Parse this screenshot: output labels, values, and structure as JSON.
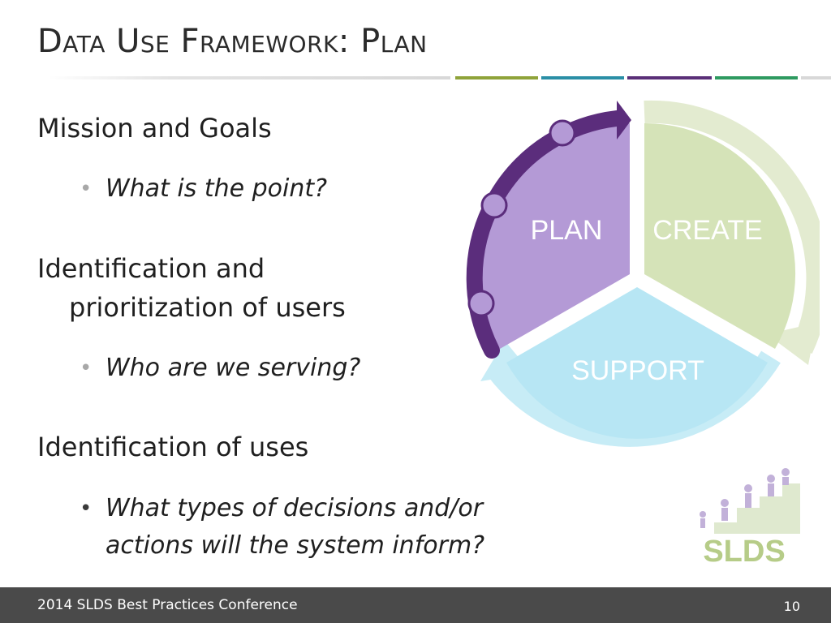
{
  "slide": {
    "title": "Data Use Framework: Plan",
    "sections": [
      {
        "heading": "Mission and Goals",
        "bullet": "What is the point?"
      },
      {
        "heading_line1": "Identification and",
        "heading_line2": "prioritization of users",
        "bullet": "Who are we serving?"
      },
      {
        "heading": "Identification of uses",
        "bullet_line1": "What types of decisions and/or",
        "bullet_line2": "actions will the system inform?"
      }
    ]
  },
  "diagram": {
    "segments": [
      "PLAN",
      "CREATE",
      "SUPPORT"
    ],
    "colors": {
      "plan": "#b49ad6",
      "plan_arrow": "#5b2d7c",
      "create": "#d5e3b8",
      "support": "#b7e6f4"
    }
  },
  "logo": {
    "text": "SLDS"
  },
  "footer": {
    "conference": "2014 SLDS Best Practices Conference",
    "page_number": "10"
  }
}
